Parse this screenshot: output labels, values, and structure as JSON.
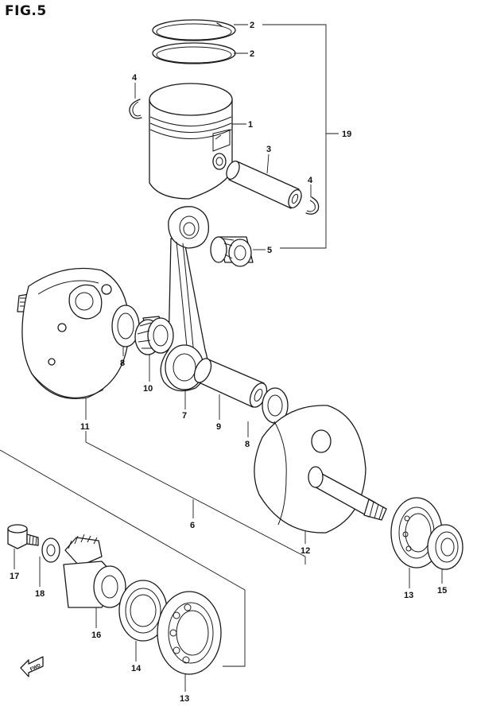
{
  "figure": {
    "title": "FIG.5",
    "front_marker": "FWD"
  },
  "callouts": {
    "ring_top": "2",
    "ring_bottom": "2",
    "piston": "1",
    "circlip_left": "4",
    "circlip_right": "4",
    "piston_pin": "3",
    "small_end_bearing": "5",
    "piston_assembly": "19",
    "washer_left": "8",
    "washer_right": "8",
    "big_end_bearing": "10",
    "conrod": "7",
    "crank_pin": "9",
    "crank_left": "11",
    "crank_right": "12",
    "crank_assembly": "6",
    "bolt": "17",
    "bolt_washer": "18",
    "gear": "16",
    "oil_seal": "14",
    "bearing_bottom": "13",
    "bearing_right": "13",
    "seal_right": "15"
  }
}
